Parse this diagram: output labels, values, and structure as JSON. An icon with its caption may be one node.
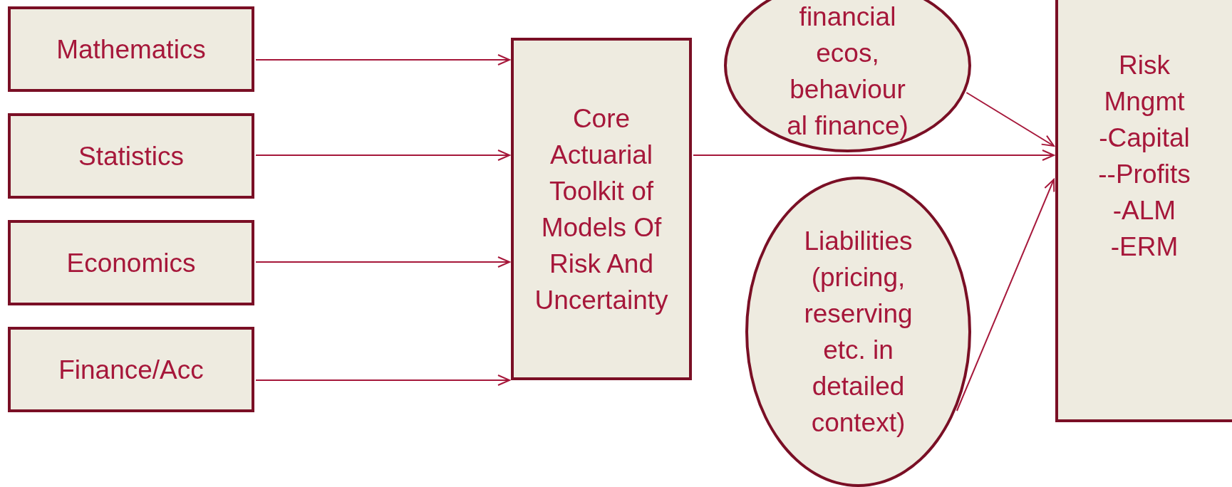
{
  "diagram": {
    "nodes": [
      {
        "text": [
          "Mathematics"
        ]
      },
      {
        "text": [
          "Statistics"
        ]
      },
      {
        "text": [
          "Economics"
        ]
      },
      {
        "text": [
          "Finance/Acc"
        ]
      },
      {
        "text": [
          "Core Actuarial Toolkit of Models Of Risk And Uncertainty"
        ]
      },
      {
        "text": [
          "financial ecos, behaviour al finance)"
        ]
      },
      {
        "text": [
          "Liabilities (pricing, reserving etc. in detailed context)"
        ]
      },
      {
        "text": [
          "Risk Mngmt -Capital --Profits -ALM -ERM"
        ]
      }
    ],
    "edges": [
      {
        "from": 0,
        "to": 4,
        "arrow": "to"
      },
      {
        "from": 1,
        "to": 4,
        "arrow": "to"
      },
      {
        "from": 2,
        "to": 4,
        "arrow": "to"
      },
      {
        "from": 3,
        "to": 4,
        "arrow": "to"
      },
      {
        "from": 4,
        "to": 7,
        "arrow": "to"
      },
      {
        "from": 5,
        "to": 7,
        "arrow": "to"
      },
      {
        "from": 6,
        "to": 7,
        "arrow": "to"
      }
    ]
  }
}
